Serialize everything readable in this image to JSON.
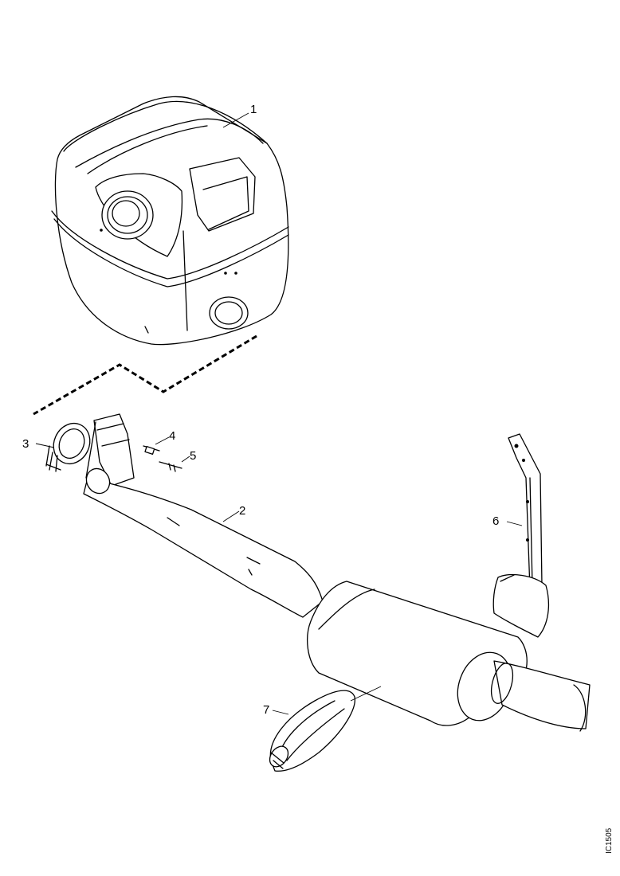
{
  "callouts": [
    {
      "id": "1",
      "label": "1"
    },
    {
      "id": "2",
      "label": "2"
    },
    {
      "id": "3",
      "label": "3"
    },
    {
      "id": "4",
      "label": "4"
    },
    {
      "id": "5",
      "label": "5"
    },
    {
      "id": "6",
      "label": "6"
    },
    {
      "id": "7",
      "label": "7"
    }
  ],
  "drawing_code": "IC1505"
}
